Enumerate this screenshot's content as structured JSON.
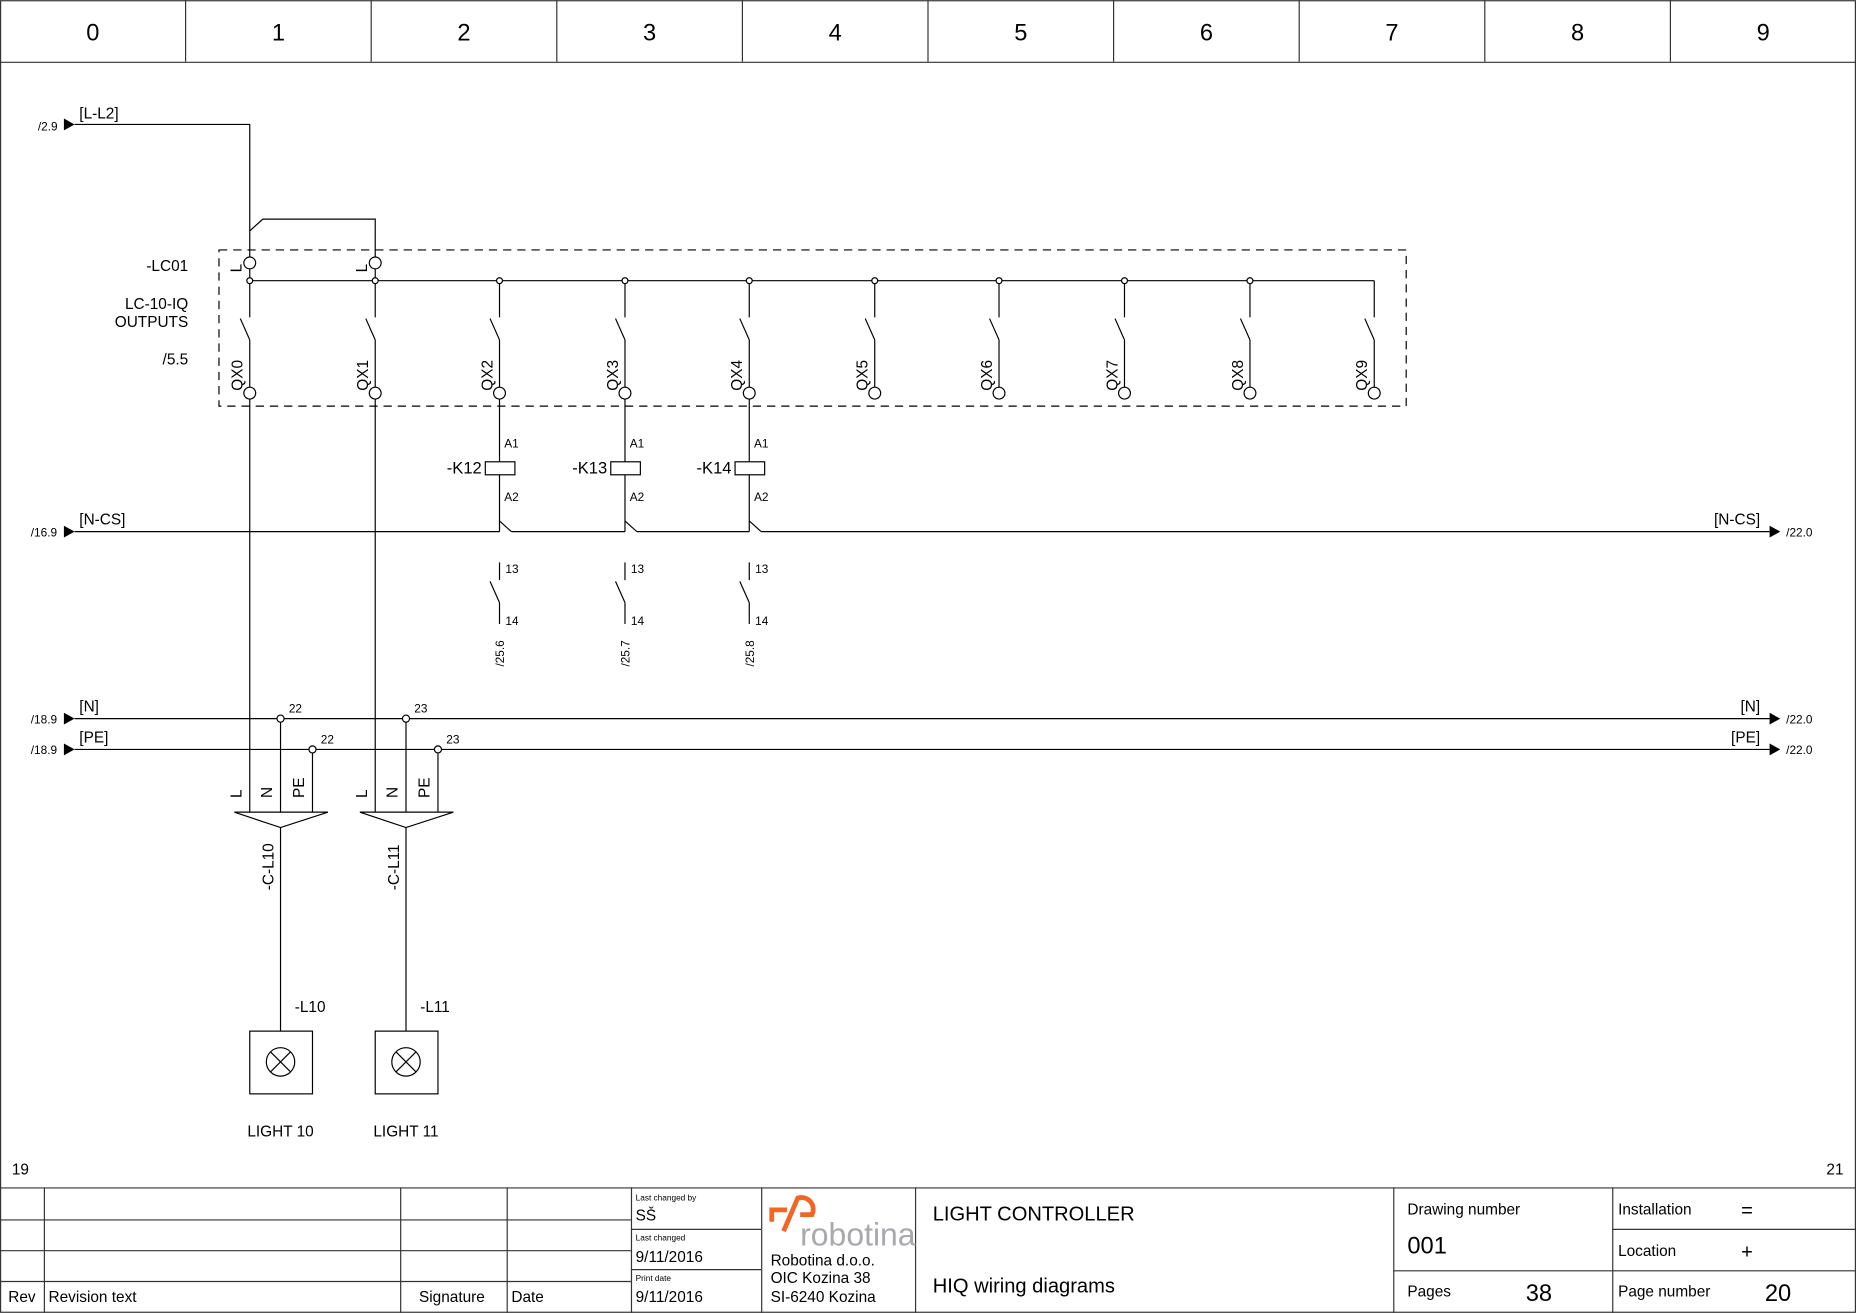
{
  "header": {
    "columns": [
      "0",
      "1",
      "2",
      "3",
      "4",
      "5",
      "6",
      "7",
      "8",
      "9"
    ]
  },
  "page_refs": {
    "left": "19",
    "right": "21"
  },
  "supply": {
    "label": "[L-L2]",
    "ref": "/2.9"
  },
  "controller": {
    "tag": "-LC01",
    "model": "LC-10-IQ",
    "type": "OUTPUTS",
    "ref": "/5.5",
    "input_labels": [
      "L",
      "L"
    ],
    "outputs": [
      "QX0",
      "QX1",
      "QX2",
      "QX3",
      "QX4",
      "QX5",
      "QX6",
      "QX7",
      "QX8",
      "QX9"
    ]
  },
  "relays": [
    {
      "tag": "-K12",
      "a1": "A1",
      "a2": "A2",
      "no_top": "13",
      "no_bottom": "14",
      "ref": "/25.6"
    },
    {
      "tag": "-K13",
      "a1": "A1",
      "a2": "A2",
      "no_top": "13",
      "no_bottom": "14",
      "ref": "/25.7"
    },
    {
      "tag": "-K14",
      "a1": "A1",
      "a2": "A2",
      "no_top": "13",
      "no_bottom": "14",
      "ref": "/25.8"
    }
  ],
  "buses": {
    "ncs": {
      "label": "[N-CS]",
      "ref_in": "/16.9",
      "ref_out": "/22.0"
    },
    "n": {
      "label": "[N]",
      "ref_in": "/18.9",
      "ref_out": "/22.0"
    },
    "pe": {
      "label": "[PE]",
      "ref_in": "/18.9",
      "ref_out": "/22.0"
    }
  },
  "loads": [
    {
      "cable": "-C-L10",
      "cores": [
        "L",
        "N",
        "PE"
      ],
      "n_terminal": "22",
      "pe_terminal": "22",
      "tag": "-L10",
      "name": "LIGHT 10"
    },
    {
      "cable": "-C-L11",
      "cores": [
        "L",
        "N",
        "PE"
      ],
      "n_terminal": "23",
      "pe_terminal": "23",
      "tag": "-L11",
      "name": "LIGHT 11"
    }
  ],
  "title_block": {
    "rev_header": "Rev",
    "revision_text_header": "Revision text",
    "signature_header": "Signature",
    "date_header": "Date",
    "last_changed_by_label": "Last changed by",
    "last_changed_by": "SŠ",
    "last_changed_label": "Last changed",
    "last_changed": "9/11/2016",
    "print_date_label": "Print date",
    "print_date": "9/11/2016",
    "logo_text": "robotina",
    "company": [
      "Robotina d.o.o.",
      "OIC Kozina 38",
      "SI-6240 Kozina"
    ],
    "title": "LIGHT CONTROLLER",
    "subtitle": "HIQ wiring diagrams",
    "drawing_number_label": "Drawing number",
    "drawing_number": "001",
    "pages_label": "Pages",
    "pages": "38",
    "installation_label": "Installation",
    "installation": "=",
    "location_label": "Location",
    "location": "+",
    "page_number_label": "Page number",
    "page_number": "20"
  },
  "colors": {
    "logo_orange": "#f26522",
    "logo_gray": "#a7a9ac"
  }
}
